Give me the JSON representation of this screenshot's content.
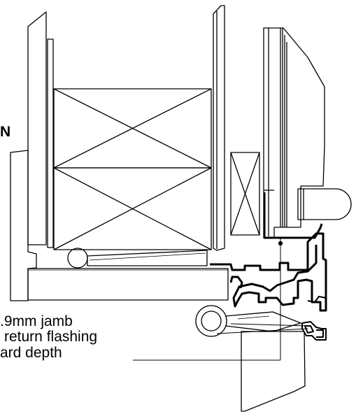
{
  "labels": {
    "partial_heading": "N",
    "line1": ".9mm jamb",
    "line2": "return flashing",
    "line3": "ard depth"
  },
  "colors": {
    "stroke": "#000000",
    "background": "#ffffff",
    "hatch": "#444444"
  }
}
